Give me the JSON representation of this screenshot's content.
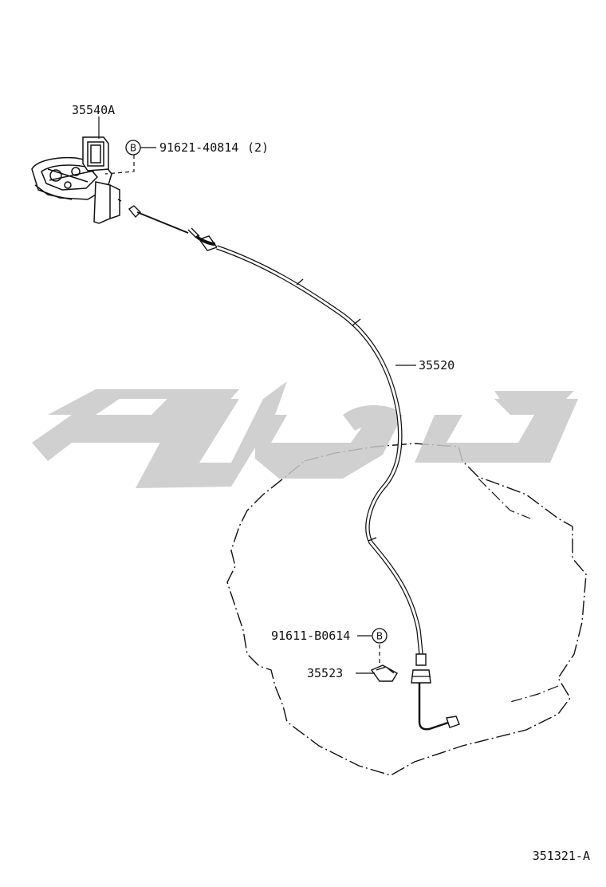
{
  "callouts": {
    "lever_assembly": "35540A",
    "bolt_upper": "91621-40814",
    "bolt_upper_qty": "(2)",
    "cable": "35520",
    "bolt_lower": "91611-B0614",
    "clamp": "35523",
    "bolt_marker": "B"
  },
  "reference_code": "351321-A",
  "colors": {
    "line": "#111111",
    "watermark": "#c8c8c8",
    "background": "#ffffff"
  }
}
